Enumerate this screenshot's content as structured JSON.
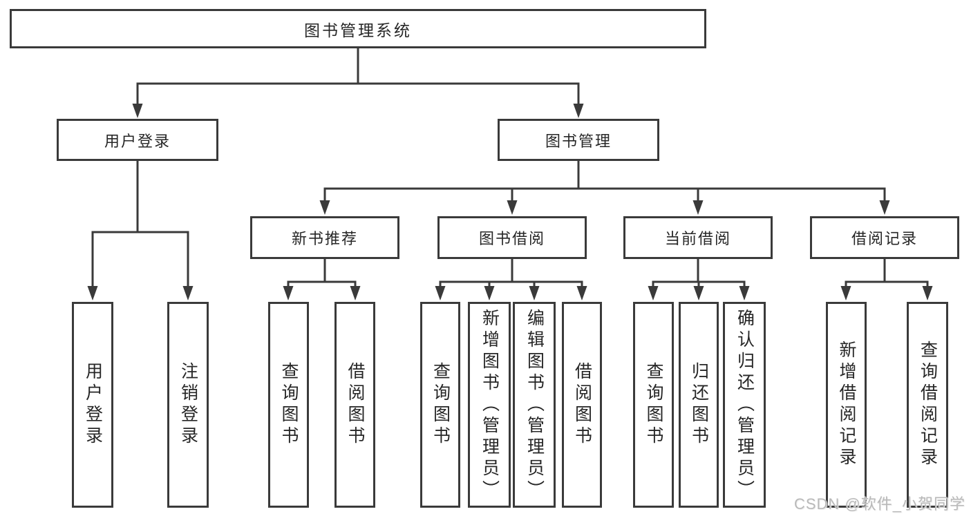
{
  "diagram": {
    "type": "hierarchy-tree",
    "root": {
      "label": "图书管理系统"
    },
    "level1": [
      {
        "label": "用户登录",
        "children": [
          "用户登录",
          "注销登录"
        ]
      },
      {
        "label": "图书管理"
      }
    ],
    "level2": [
      {
        "label": "新书推荐",
        "children": [
          "查询图书",
          "借阅图书"
        ]
      },
      {
        "label": "图书借阅",
        "children": [
          "查询图书",
          "新增图书（管理员）",
          "编辑图书（管理员）",
          "借阅图书"
        ]
      },
      {
        "label": "当前借阅",
        "children": [
          "查询图书",
          "归还图书",
          "确认归还（管理员）"
        ]
      },
      {
        "label": "借阅记录",
        "children": [
          "新增借阅记录",
          "查询借阅记录"
        ]
      }
    ],
    "colors": {
      "line": "#3a3a3a",
      "box_border": "#3a3a3a",
      "box_fill": "#ffffff",
      "text": "#262626",
      "watermark": "#b9b9b9"
    },
    "watermark": "CSDN @软件_小贺同学"
  }
}
